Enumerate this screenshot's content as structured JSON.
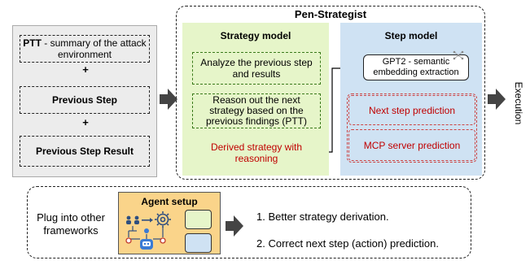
{
  "input_panel": {
    "ptt_bold": "PTT",
    "ptt_rest": " - summary of the attack environment",
    "plus_1": "+",
    "previous_step": "Previous Step",
    "plus_2": "+",
    "previous_step_result": "Previous Step Result"
  },
  "pen_strategist": {
    "title": "Pen-Strategist",
    "strategy_model": {
      "title": "Strategy model",
      "analyze": "Analyze the previous step and results",
      "reason": "Reason out the next strategy based on the previous findings (PTT)",
      "derived": "Derived strategy with reasoning"
    },
    "step_model": {
      "title": "Step model",
      "gpt2": "GPT2 - semantic embedding extraction",
      "next_step": "Next step prediction",
      "mcp": "MCP server prediction"
    }
  },
  "execution_label": "Execution",
  "bottom": {
    "plug_into": "Plug into other frameworks",
    "agent_setup_title": "Agent setup",
    "benefit_1": "1. Better strategy derivation.",
    "benefit_2": "2. Correct next step (action) prediction."
  },
  "colors": {
    "input_bg": "#ececec",
    "strategy_bg": "#e6f5c9",
    "step_bg": "#cfe2f3",
    "agent_bg": "#fad48a",
    "red_text": "#c00000"
  }
}
